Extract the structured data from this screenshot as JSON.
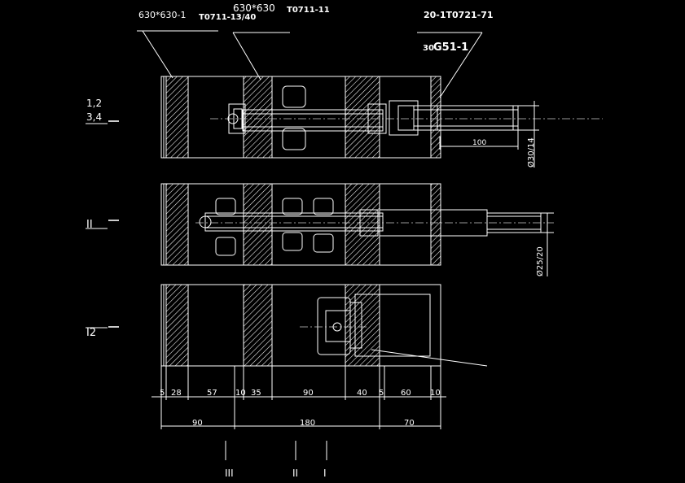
{
  "callouts": {
    "a": "630*630-1",
    "a_suffix": "T0711-13/40",
    "b": "630*630",
    "b_suffix": "T0711-11",
    "c": "20-1T0721-71",
    "d_prefix": "30",
    "d": "G51-1"
  },
  "row_labels": {
    "r1a": "1,2",
    "r1b": "3,4",
    "r2": "II",
    "r3": "I2"
  },
  "dims": {
    "len_100": "100",
    "dia_1": "Ø30/14",
    "dia_2": "Ø25/20",
    "bottom": [
      "5",
      "28",
      "57",
      "10",
      "35",
      "90",
      "40",
      "5",
      "60",
      "10"
    ],
    "overall": [
      "90",
      "180",
      "70"
    ]
  },
  "section_marks": [
    "III",
    "II",
    "I"
  ],
  "colors": {
    "background": "#000000",
    "lines": "#ffffff"
  }
}
